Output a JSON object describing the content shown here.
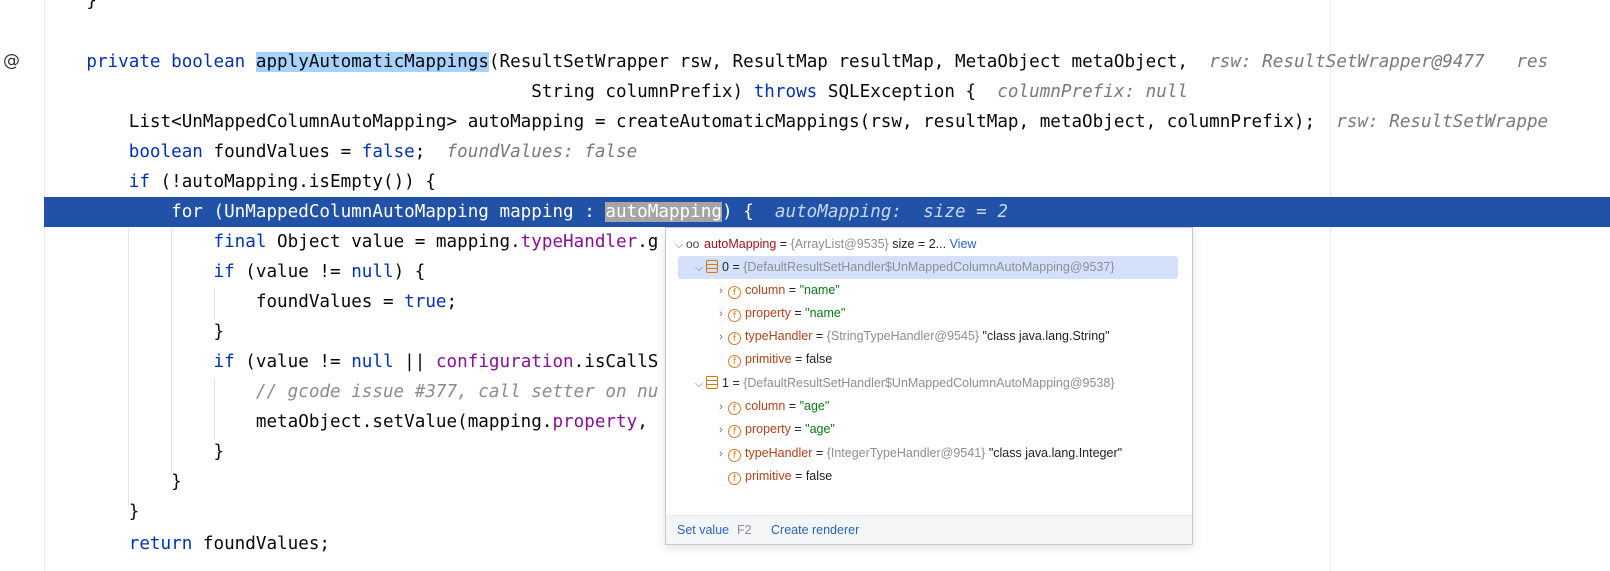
{
  "gutter": {
    "annotation_icon": "@"
  },
  "code": {
    "l0": "}",
    "l2": {
      "kw1": "private",
      "kw2": "boolean",
      "method": "applyAutomaticMappings",
      "rest": "(ResultSetWrapper rsw, ResultMap resultMap, MetaObject metaObject,",
      "hint1": "rsw: ResultSetWrapper@9477",
      "hint2": "res"
    },
    "l3": {
      "text": "String columnPrefix)",
      "kw": "throws",
      "rest": "SQLException {",
      "hint": "columnPrefix: null"
    },
    "l4": {
      "text": "List<UnMappedColumnAutoMapping> autoMapping = createAutomaticMappings(rsw, resultMap, metaObject, columnPrefix);",
      "hint": "rsw: ResultSetWrappe"
    },
    "l5": {
      "kw": "boolean",
      "text": "foundValues =",
      "kw2": "false",
      "semi": ";",
      "hint": "foundValues: false"
    },
    "l6": {
      "kw": "if",
      "text": "(!autoMapping.isEmpty()) {"
    },
    "l7": {
      "kw": "for",
      "text": "(UnMappedColumnAutoMapping mapping :",
      "var": "autoMapping",
      "rest": ") {",
      "hint": "autoMapping:  size = 2"
    },
    "l8": {
      "kw": "final",
      "text": "Object value = mapping.",
      "fld": "typeHandler",
      "rest": ".g"
    },
    "l9": {
      "kw": "if",
      "text": "(value !=",
      "kw2": "null",
      "rest": ") {"
    },
    "l10": {
      "text": "foundValues =",
      "kw": "true",
      "semi": ";"
    },
    "l11": "}",
    "l12": {
      "kw": "if",
      "text": "(value !=",
      "kw2": "null",
      "op": "||",
      "fld": "configuration",
      "rest": ".isCallS"
    },
    "l13": {
      "comment": "// gcode issue #377, call setter on nu"
    },
    "l14": {
      "text": "metaObject.setValue(mapping.",
      "fld": "property",
      "rest": ","
    },
    "l15": "}",
    "l16": "}",
    "l17": "}",
    "l18": {
      "kw": "return",
      "text": "foundValues;"
    }
  },
  "popup": {
    "root": {
      "name": "autoMapping",
      "type": "{ArrayList@9535}",
      "size": "size = 2",
      "ellipsis": "...",
      "link": "View"
    },
    "items": [
      {
        "index": "0",
        "type": "{DefaultResultSetHandler$UnMappedColumnAutoMapping@9537}",
        "fields": [
          {
            "name": "column",
            "value": "\"name\"",
            "kind": "str"
          },
          {
            "name": "property",
            "value": "\"name\"",
            "kind": "str"
          },
          {
            "name": "typeHandler",
            "type": "{StringTypeHandler@9545}",
            "value": "\"class java.lang.String\"",
            "kind": "obj"
          },
          {
            "name": "primitive",
            "value": "false",
            "kind": "plain"
          }
        ]
      },
      {
        "index": "1",
        "type": "{DefaultResultSetHandler$UnMappedColumnAutoMapping@9538}",
        "fields": [
          {
            "name": "column",
            "value": "\"age\"",
            "kind": "str"
          },
          {
            "name": "property",
            "value": "\"age\"",
            "kind": "str"
          },
          {
            "name": "typeHandler",
            "type": "{IntegerTypeHandler@9541}",
            "value": "\"class java.lang.Integer\"",
            "kind": "obj"
          },
          {
            "name": "primitive",
            "value": "false",
            "kind": "plain"
          }
        ]
      }
    ],
    "eq": "=",
    "footer": {
      "set_value": "Set value",
      "set_value_key": "F2",
      "create_renderer": "Create renderer"
    }
  }
}
